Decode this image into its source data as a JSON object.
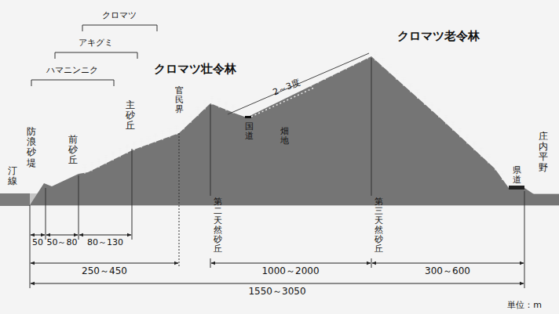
{
  "diagram": {
    "labels": [
      "クロマツ",
      "アキグミ",
      "ハマニンニク",
      "クロマツ壮令林",
      "官民界",
      "2～3度",
      "クロマツ老令林",
      "汀線",
      "防浪砂堤",
      "前砂丘",
      "主砂丘",
      "国道",
      "畑地",
      "第二天然砂丘",
      "第三天然砂丘",
      "県道",
      "庄内平野",
      "50",
      "50～80",
      "80～130",
      "250～450",
      "1000～2000",
      "300～600",
      "1550～3050",
      "単位：m"
    ]
  }
}
